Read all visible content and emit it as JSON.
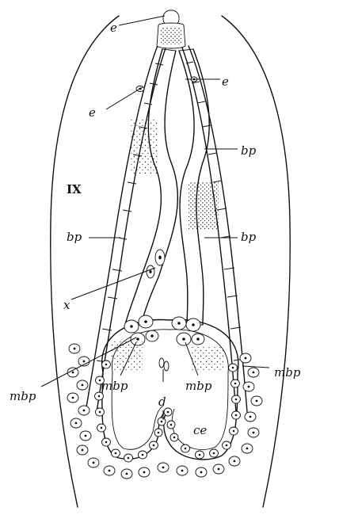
{
  "labels": {
    "e_top": "e",
    "e_left": "e",
    "e_right": "e",
    "bp_upper_right": "bp",
    "segment": "IX",
    "bp_left": "bp",
    "bp_right": "bp",
    "x": "x",
    "mbp_outer_left": "mbp",
    "mbp_outer_right": "mbp",
    "mbp_inner_left": "mbp",
    "mbp_inner_right": "mbp",
    "d": "d",
    "ce": "ce"
  }
}
